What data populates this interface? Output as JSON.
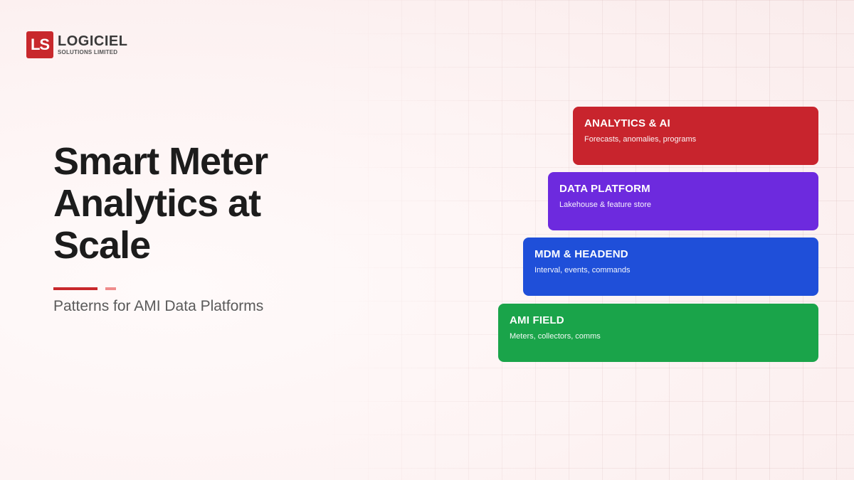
{
  "logo": {
    "mark": "LS",
    "name": "LOGICIEL",
    "subtitle": "SOLUTIONS LIMITED"
  },
  "hero": {
    "title_lines": [
      "Smart Meter",
      "Analytics at",
      "Scale"
    ],
    "subtitle": "Patterns for AMI Data Platforms"
  },
  "layers": [
    {
      "title": "ANALYTICS & AI",
      "description": "Forecasts, anomalies, programs",
      "color": "#c8242d"
    },
    {
      "title": "DATA PLATFORM",
      "description": "Lakehouse & feature store",
      "color": "#6d2ade"
    },
    {
      "title": "MDM & HEADEND",
      "description": "Interval, events, commands",
      "color": "#1f4fd9"
    },
    {
      "title": "AMI FIELD",
      "description": "Meters, collectors, comms",
      "color": "#1aa44a"
    }
  ],
  "colors": {
    "brand": "#c8282c",
    "brand_light": "#ef8c8c",
    "title": "#1c1c1c"
  }
}
